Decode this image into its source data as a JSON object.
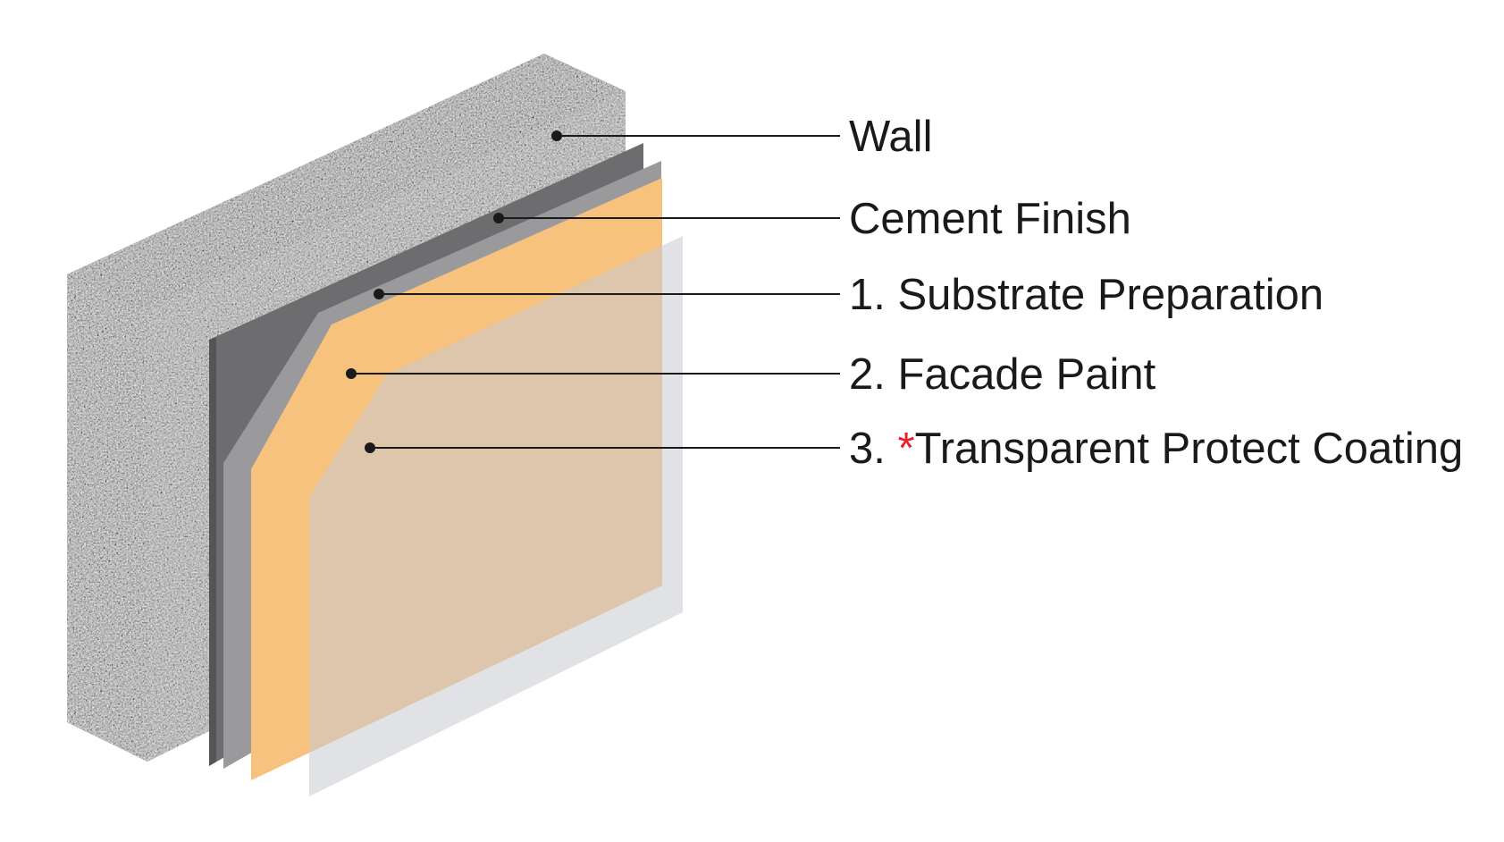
{
  "layers": [
    {
      "id": "wall",
      "label": "Wall",
      "color": "#8c8c8e"
    },
    {
      "id": "cement-finish",
      "label": "Cement Finish",
      "color": "#6e6e70"
    },
    {
      "id": "substrate",
      "number": "1.",
      "label": "Substrate Preparation",
      "color": "#9a9a9c"
    },
    {
      "id": "facade-paint",
      "number": "2.",
      "label": "Facade Paint",
      "color": "#f6c27e"
    },
    {
      "id": "transparent-coating",
      "number": "3.",
      "marker": "*",
      "label": "Transparent Protect Coating",
      "color": "#d2d3d6"
    }
  ],
  "colors": {
    "text": "#1a1a1a",
    "asterisk": "#e8202a",
    "background": "#ffffff"
  }
}
